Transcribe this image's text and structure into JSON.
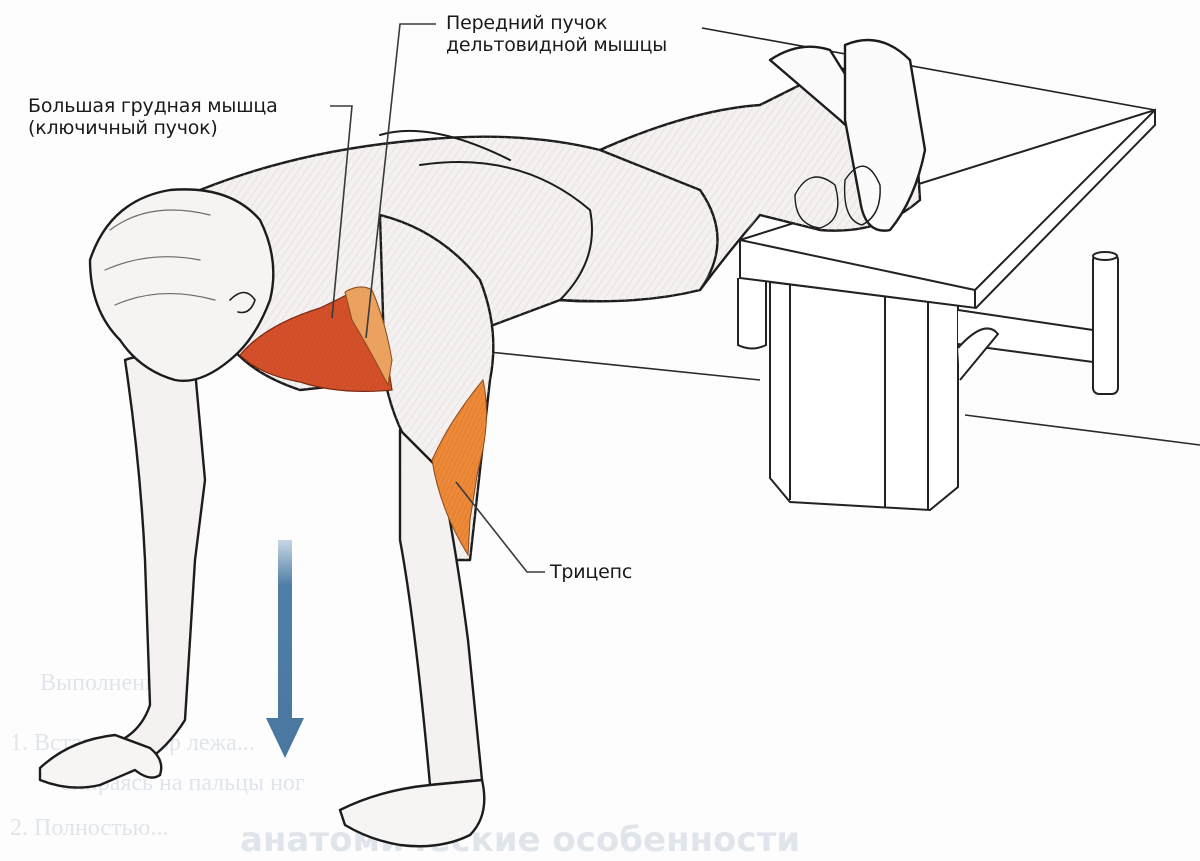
{
  "figure": {
    "subject": "Decline push-up (feet on bench)",
    "labels": [
      {
        "id": "pec-major",
        "text_line1": "Большая грудная мышца",
        "text_line2": "(ключичный пучок)"
      },
      {
        "id": "anterior-deltoid",
        "text_line1": "Передний пучок",
        "text_line2": "дельтовидной мышцы"
      },
      {
        "id": "triceps",
        "text_line1": "Трицепс"
      }
    ],
    "movement_arrow": {
      "direction": "down",
      "color": "#4f7fa8"
    },
    "colors": {
      "highlighted_muscle": "#d4502a",
      "highlighted_muscle_light": "#e88a4a",
      "outline": "#1c1c1c",
      "body_fill": "#f4f1f0",
      "shading": "#c9c1bd",
      "leader_line": "#3a3a3a"
    }
  },
  "background_bleed_text": {
    "lines": [
      "Выполнение",
      "1. Встаньте упор лежа...",
      "опираясь на пальцы ног",
      "2. Полностью...",
      "анатомические особенности"
    ]
  }
}
